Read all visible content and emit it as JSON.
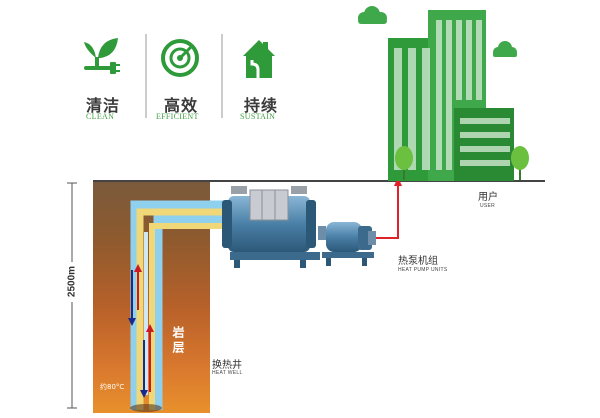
{
  "features": [
    {
      "icon": "plug-leaf-icon",
      "cn": "清洁",
      "en": "CLEAN"
    },
    {
      "icon": "gauge-icon",
      "cn": "高效",
      "en": "EFFICIENT"
    },
    {
      "icon": "house-pipe-icon",
      "cn": "持续",
      "en": "SUSTAIN"
    }
  ],
  "labels": {
    "user_cn": "用户",
    "user_en": "USER",
    "heat_pump_cn": "热泵机组",
    "heat_pump_en": "HEAT PUMP UNITS",
    "rock_cn": "岩层",
    "heat_well_cn": "换热井",
    "heat_well_en": "HEAT WELL",
    "depth": "2500m",
    "temperature": "约80°C"
  },
  "colors": {
    "brand_green": "#2e9a3a",
    "pipe_red": "#e0222a",
    "pipe_blue": "#8fd0ee",
    "pipe_yellow": "#f0d878",
    "machine_blue": "#4a7fa6"
  }
}
